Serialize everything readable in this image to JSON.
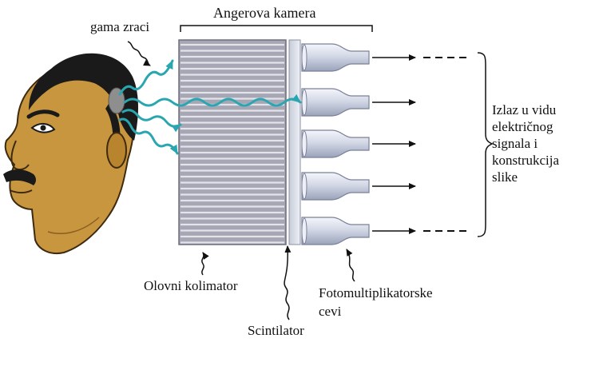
{
  "labels": {
    "camera": "Angerova kamera",
    "gamma_rays": "gama zraci",
    "collimator": "Olovni kolimator",
    "pmt_line1": "Fotomultiplikatorske",
    "pmt_line2": "cevi",
    "scintillator": "Scintilator",
    "output": [
      "Izlaz u vidu",
      "električnog",
      "signala i",
      "konstrukcija",
      "slike"
    ]
  },
  "colors": {
    "skin": "#c8963e",
    "hair": "#1a1a1a",
    "collimator": "#a6a6b4",
    "gamma_ray": "#2aa6b0",
    "tube": "#d3d8e6"
  },
  "icons": {
    "head": "human-head-profile",
    "tube": "photomultiplier-tube",
    "ray": "wavy-arrow"
  }
}
